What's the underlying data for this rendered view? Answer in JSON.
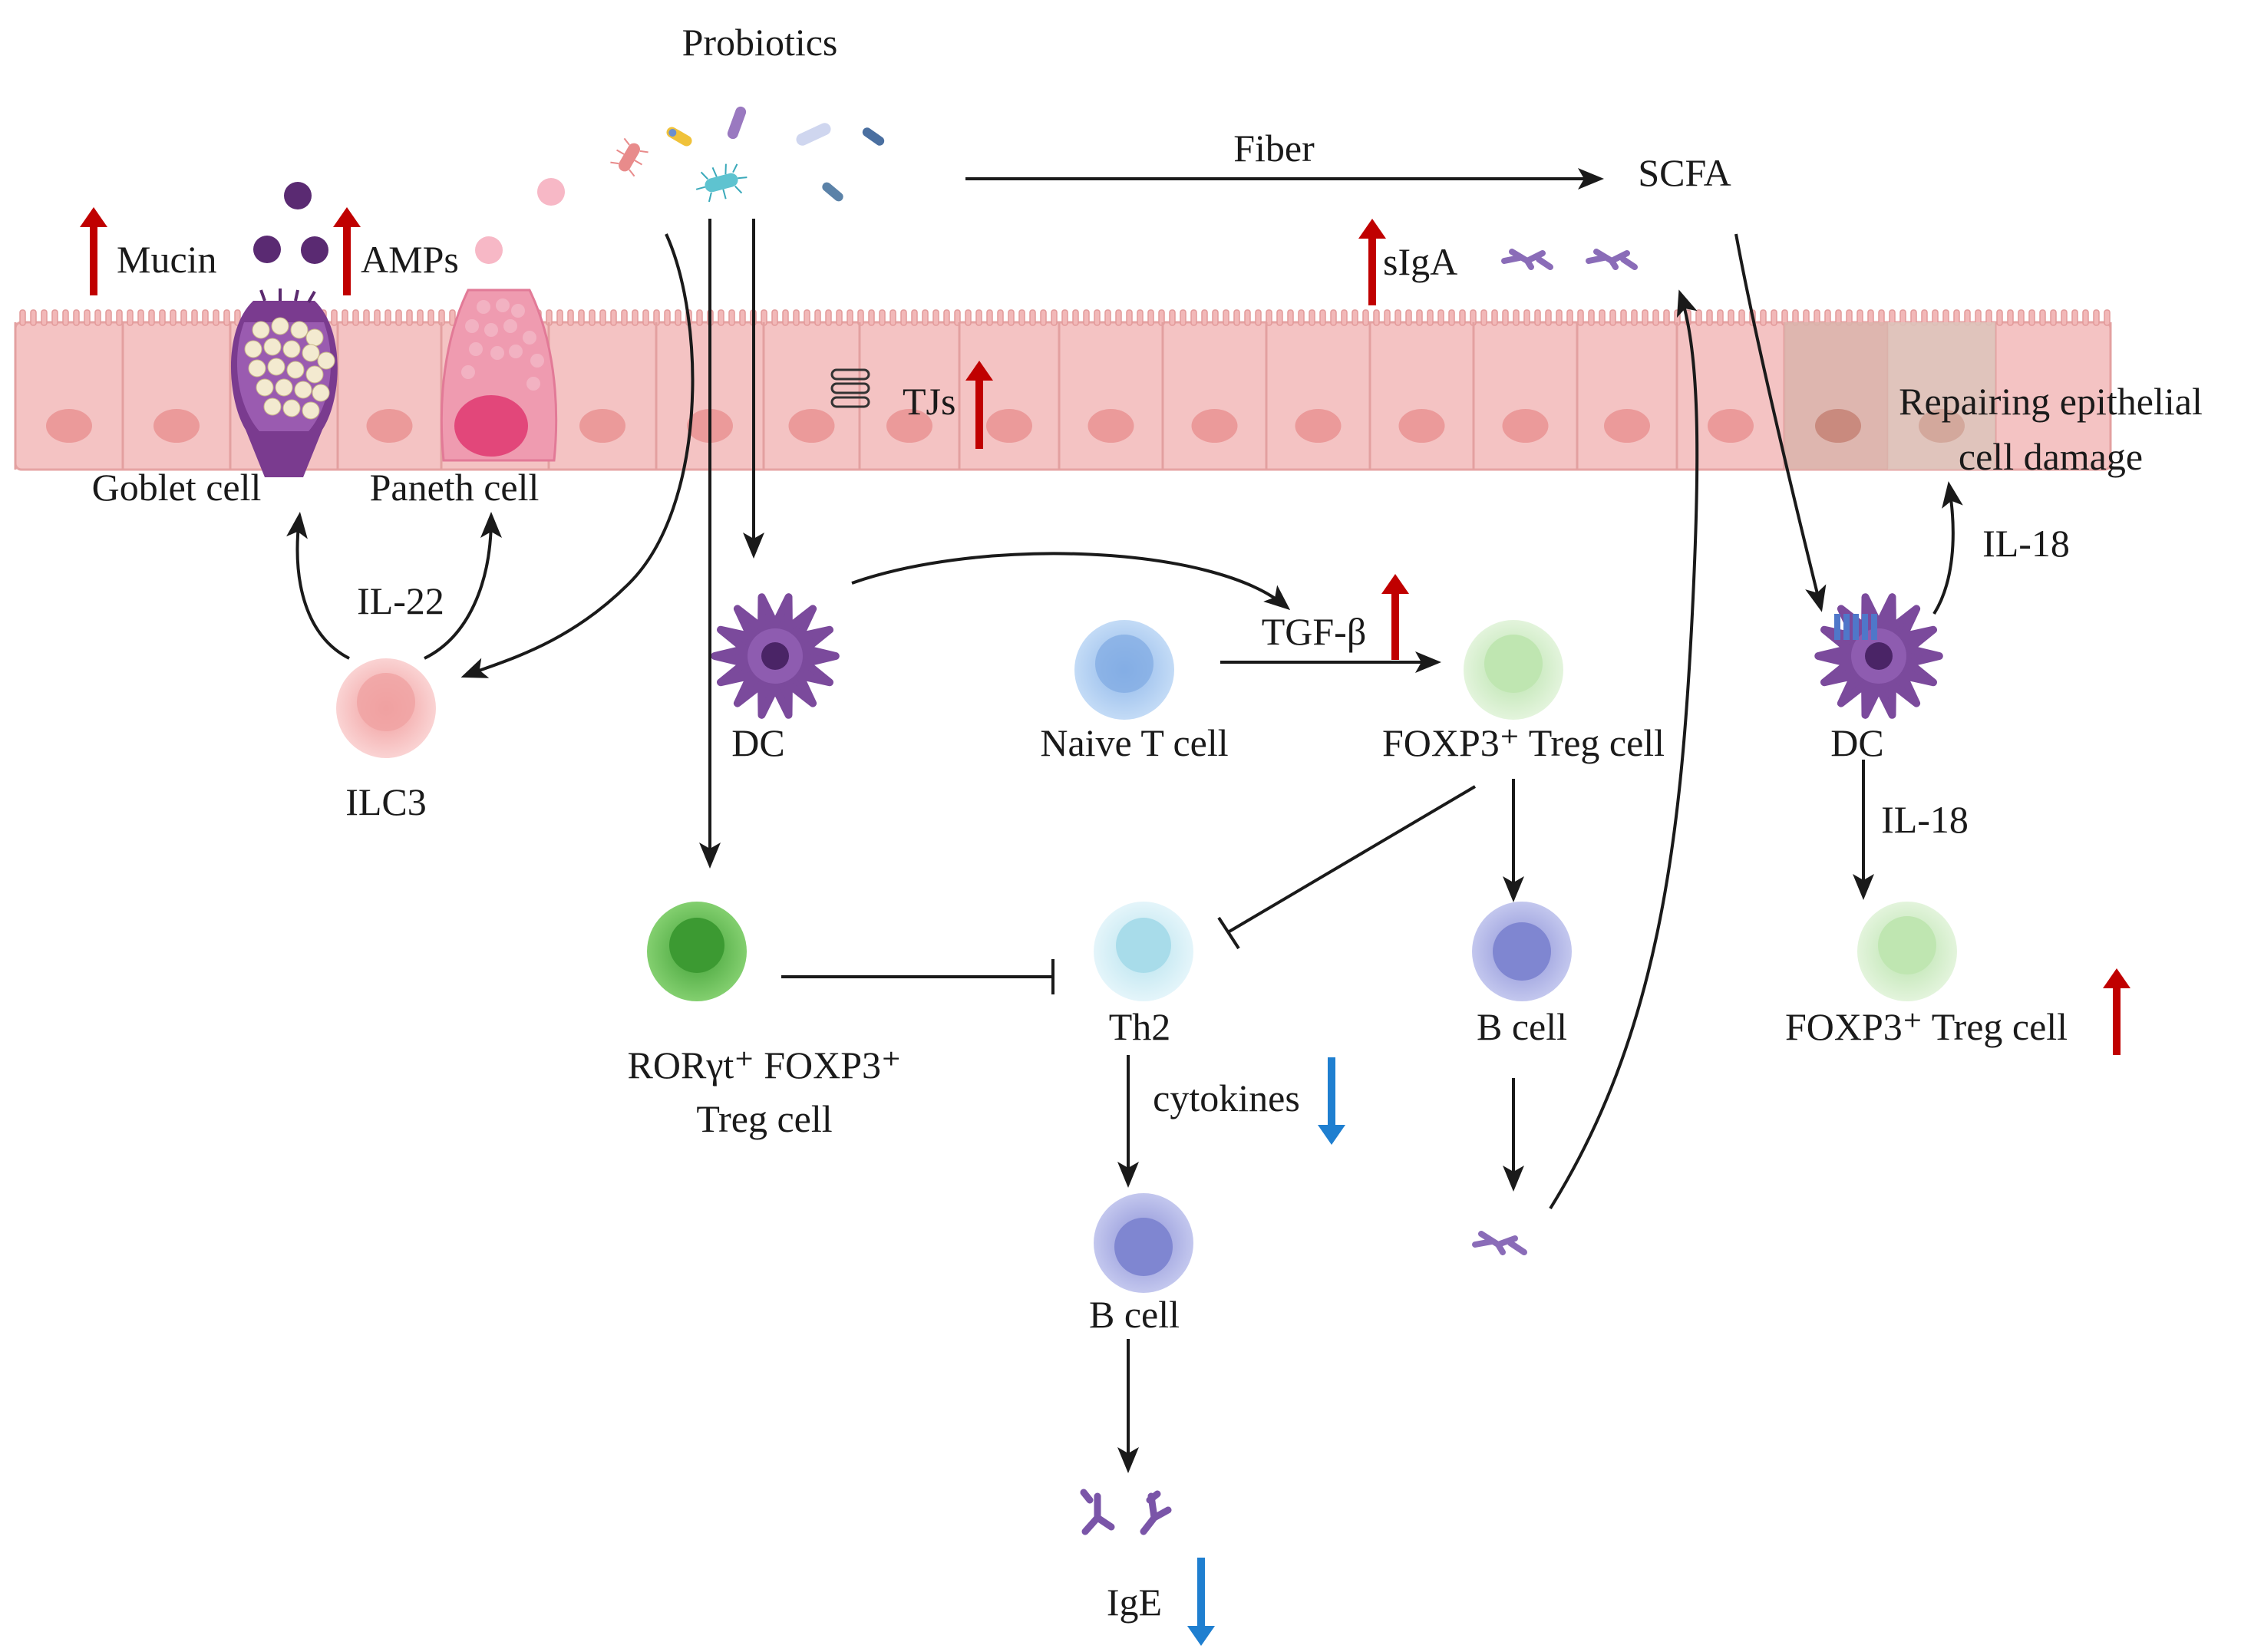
{
  "labels": {
    "probiotics": "Probiotics",
    "fiber": "Fiber",
    "scfa": "SCFA",
    "mucin": "Mucin",
    "amps": "AMPs",
    "siga": "sIgA",
    "tjs": "TJs",
    "goblet_cell": "Goblet cell",
    "paneth_cell": "Paneth cell",
    "repairing_line1": "Repairing epithelial",
    "repairing_line2": "cell damage",
    "il22": "IL-22",
    "ilc3": "ILC3",
    "dc_left": "DC",
    "naive_t_cell": "Naive T cell",
    "tgf_beta": "TGF-β",
    "foxp3_treg_center": "FOXP3⁺ Treg cell",
    "dc_right": "DC",
    "il18_upper": "IL-18",
    "il18_lower": "IL-18",
    "roryt_treg_line1": "RORγt⁺ FOXP3⁺",
    "roryt_treg_line2": "Treg cell",
    "th2": "Th2",
    "cytokines": "cytokines",
    "b_cell_center": "B cell",
    "b_cell_lower": "B cell",
    "foxp3_treg_right": "FOXP3⁺ Treg cell",
    "ige": "IgE"
  },
  "colors": {
    "up_arrow": "#c00000",
    "down_arrow": "#1f7fd0",
    "epithelium": "#f4c3c3",
    "epithelium_border": "#e89a9a",
    "goblet": "#7a3b8f",
    "paneth": "#ef8fa8",
    "dc": "#7b4a9c",
    "naive_t": "#a8c8f0",
    "treg": "#c9e9c0",
    "roryt_treg": "#6cc05a",
    "th2": "#cdebf3",
    "b_cell": "#9fa6dc",
    "ilc3": "#f5b6b6",
    "antibody": "#8a6cb8"
  }
}
